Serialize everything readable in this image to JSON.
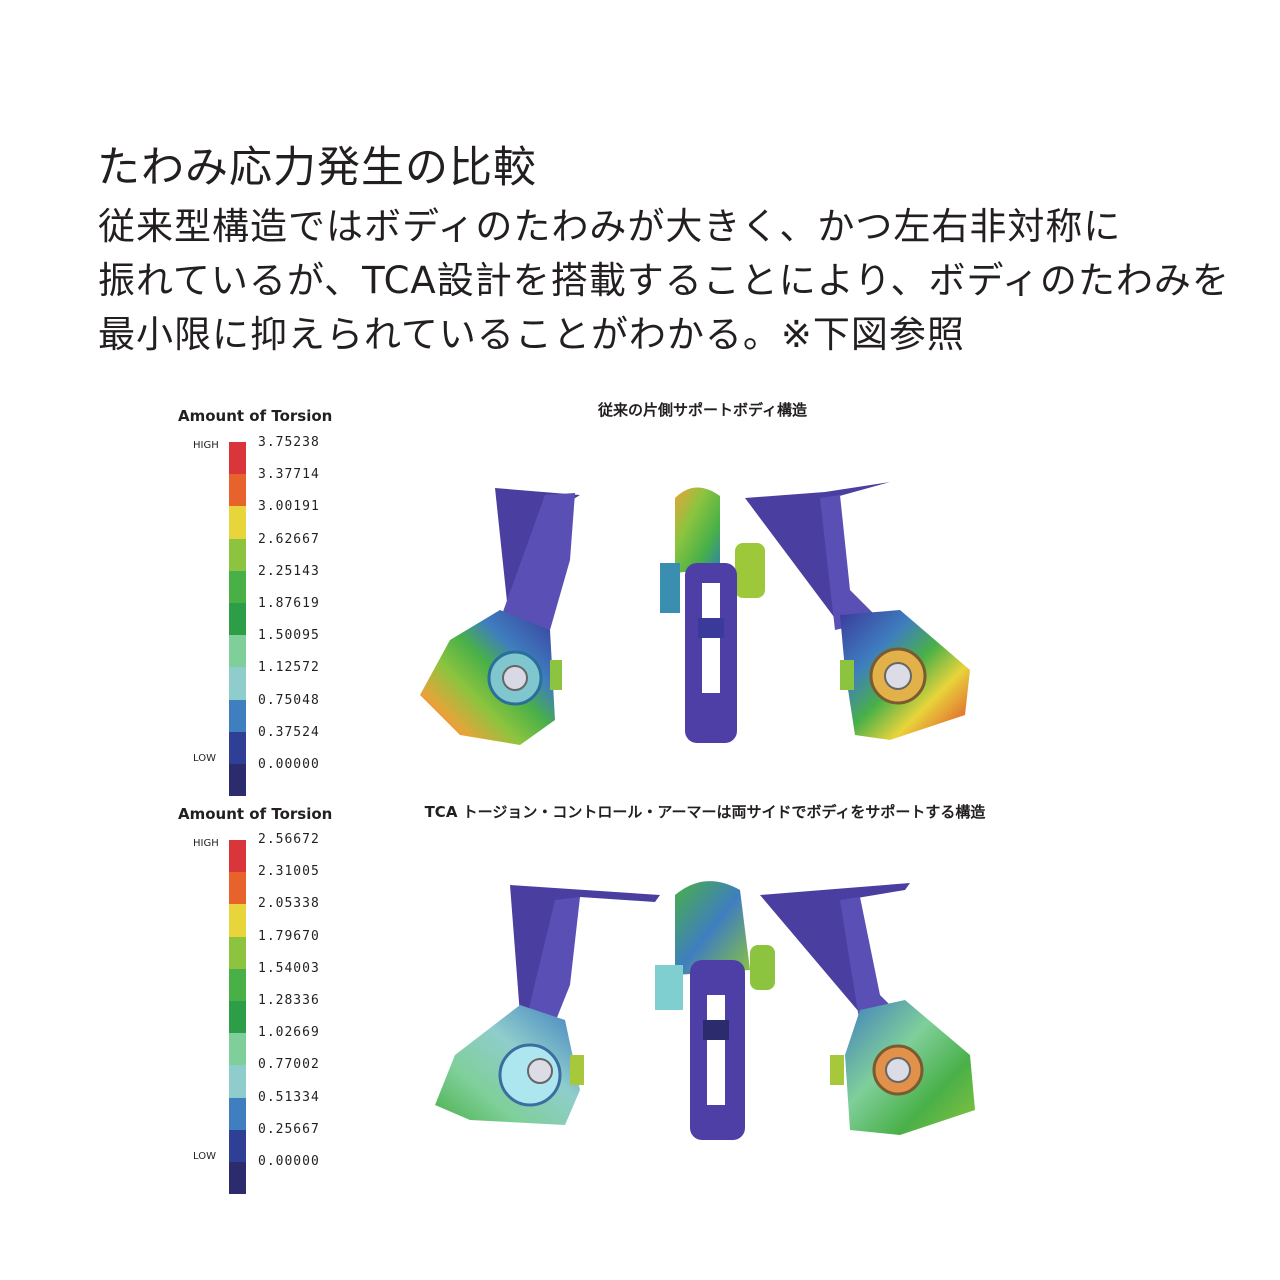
{
  "heading": "たわみ応力発生の比較",
  "body_lines": [
    "従来型構造ではボディのたわみが大きく、かつ左右非対称に",
    "振れているが、TCA設計を搭載することにより、ボディのたわみを",
    "最小限に抑えられていることがわかる。※下図参照"
  ],
  "scale_colors": [
    "#d8363a",
    "#e7632b",
    "#e8d43b",
    "#8cc43f",
    "#49b048",
    "#2e9d48",
    "#7fcf9a",
    "#8fcdcc",
    "#3f7ebf",
    "#2f3f95",
    "#2b2b6e"
  ],
  "panels": [
    {
      "legend_title": "Amount of Torsion",
      "high_label": "HIGH",
      "low_label": "LOW",
      "ticks": [
        "3.75238",
        "3.37714",
        "3.00191",
        "2.62667",
        "2.25143",
        "1.87619",
        "1.50095",
        "1.12572",
        "0.75048",
        "0.37524",
        "0.00000"
      ],
      "figure_title": "従来の片側サポートボディ構造"
    },
    {
      "legend_title": "Amount of Torsion",
      "high_label": "HIGH",
      "low_label": "LOW",
      "ticks": [
        "2.56672",
        "2.31005",
        "2.05338",
        "1.79670",
        "1.54003",
        "1.28336",
        "1.02669",
        "0.77002",
        "0.51334",
        "0.25667",
        "0.00000"
      ],
      "figure_title": "TCA トージョン・コントロール・アーマーは両サイドでボディをサポートする構造"
    }
  ]
}
